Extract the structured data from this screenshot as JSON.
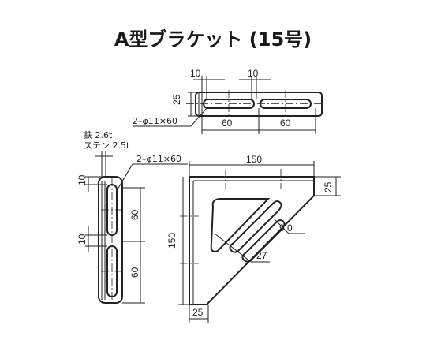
{
  "title": "A型ブラケット (15号)",
  "top_view": {
    "dim_slot_left": "10",
    "dim_slot_right": "10",
    "dim_height": "25",
    "dim_span_left": "60",
    "dim_span_right": "60",
    "hole_note": "2–φ11×60"
  },
  "side_view": {
    "material_iron": "鉄 2.6t",
    "material_stainless": "ステン 2.5t",
    "hole_note": "2–φ11×60",
    "dim_10_top": "10",
    "dim_60_top": "60",
    "dim_10_bottom": "10",
    "dim_60_bottom": "60"
  },
  "front_view": {
    "dim_width": "150",
    "dim_height": "150",
    "dim_right_25": "25",
    "dim_bottom_25": "25",
    "dim_90": "9.0",
    "dim_27": "27"
  }
}
